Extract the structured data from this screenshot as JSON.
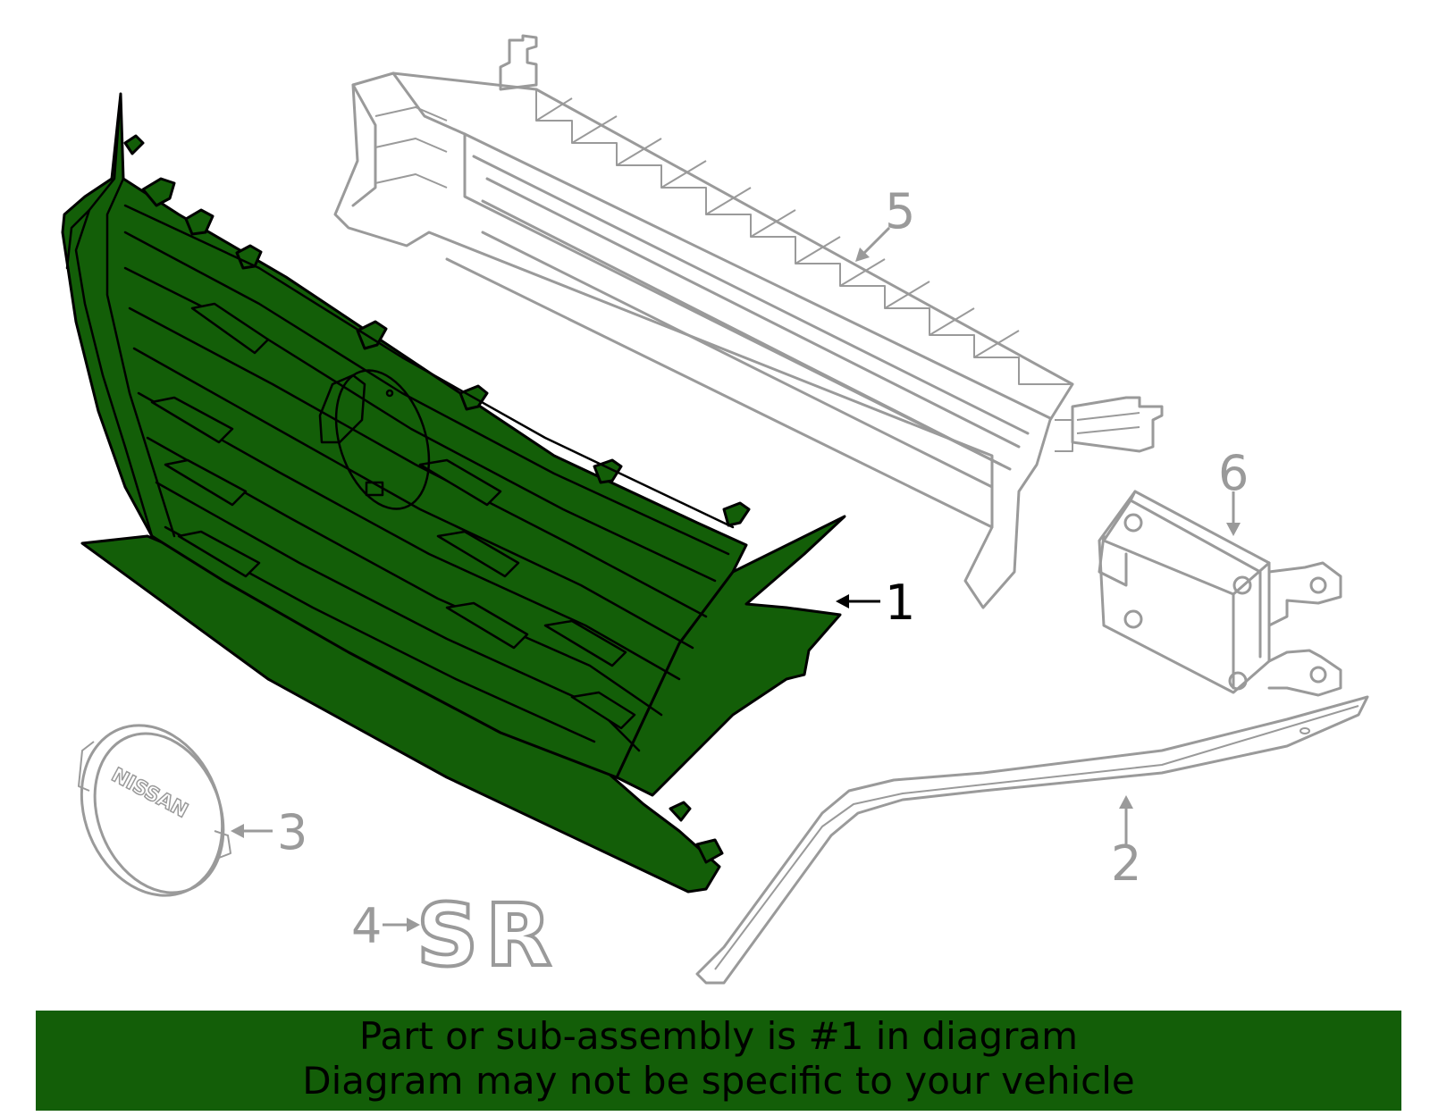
{
  "diagram": {
    "callouts": [
      {
        "number": "1",
        "highlighted": true
      },
      {
        "number": "2",
        "highlighted": false
      },
      {
        "number": "3",
        "highlighted": false
      },
      {
        "number": "4",
        "highlighted": false
      },
      {
        "number": "5",
        "highlighted": false
      },
      {
        "number": "6",
        "highlighted": false
      }
    ],
    "emblem_text": "NISSAN",
    "badge_text": "SR",
    "colors": {
      "highlight": "#135e08",
      "part_outline": "#9a9a9a",
      "highlight_outline": "#000000"
    }
  },
  "banner": {
    "line1": "Part or sub-assembly is #1 in diagram",
    "line2": "Diagram may not be specific to your vehicle"
  }
}
